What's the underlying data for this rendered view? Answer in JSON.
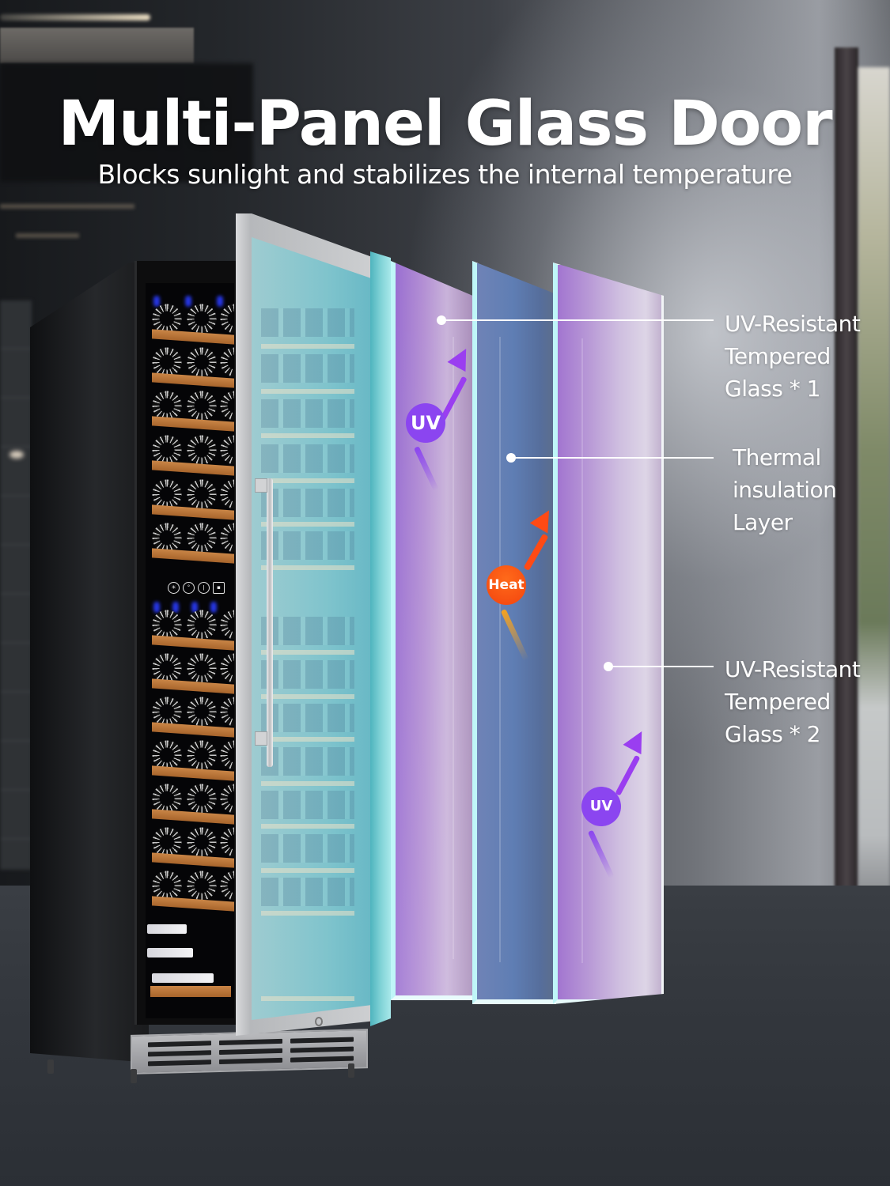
{
  "headline": {
    "title": "Multi-Panel Glass Door",
    "subtitle": "Blocks sunlight and stabilizes the internal temperature"
  },
  "product": {
    "name": "dual-zone wine cooler",
    "control_panel_icons": [
      "light-icon",
      "unit-toggle-icon",
      "thermometer-icon",
      "lock-icon",
      "up-arrow-icon",
      "down-arrow-icon",
      "power-icon"
    ]
  },
  "layers": [
    {
      "id": "uv-glass-1",
      "label_lines": [
        "UV-Resistant",
        "Tempered",
        "Glass * 1"
      ],
      "color": "#a97fd2",
      "badge": {
        "text": "UV",
        "color": "#8b45f0"
      }
    },
    {
      "id": "thermal-layer",
      "label_lines": [
        "Thermal",
        "insulation",
        "Layer"
      ],
      "color": "#6480b2",
      "badge": {
        "text": "Heat",
        "color": "#f3440e"
      }
    },
    {
      "id": "uv-glass-2",
      "label_lines": [
        "UV-Resistant",
        "Tempered",
        "Glass * 2"
      ],
      "color": "#c7b1dc",
      "badge": {
        "text": "UV",
        "color": "#8b45f0"
      }
    }
  ],
  "colors": {
    "glass_edge": "#bff6f8",
    "door_tint": "#73c3cd",
    "shelf_wood": "#c98546",
    "led_blue": "#2a3cff",
    "uv_purple": "#8b45f0",
    "heat_orange": "#f3440e",
    "heat_yellow": "#f6b21e"
  }
}
